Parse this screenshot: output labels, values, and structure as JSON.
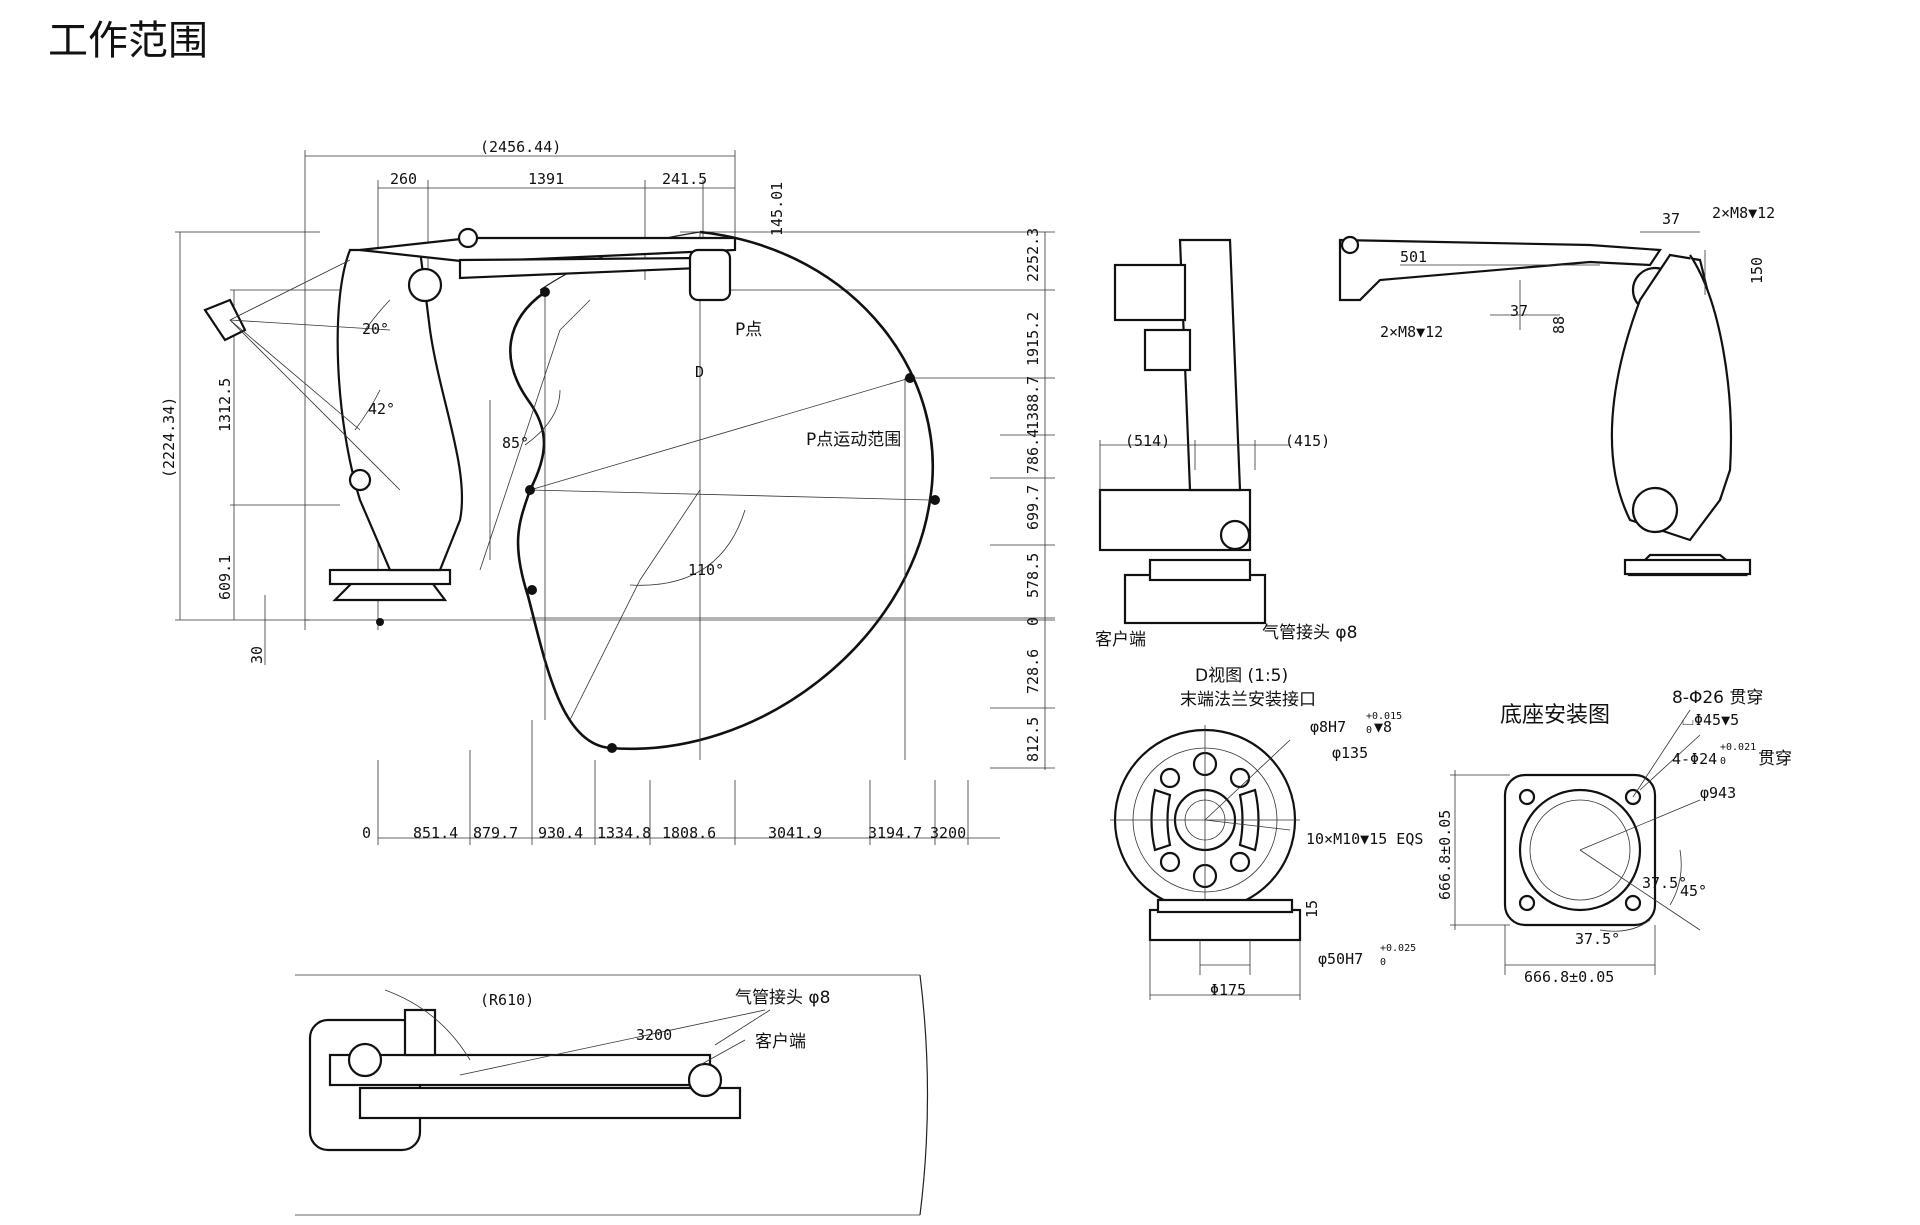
{
  "title": "工作范围",
  "side_view": {
    "top_dims": [
      "(2456.44)",
      "260",
      "1391",
      "241.5",
      "145.01"
    ],
    "right_dims": [
      "2252.3",
      "1915.2",
      "1388.7",
      "786.4",
      "699.7",
      "578.5",
      "0",
      "728.6",
      "812.5"
    ],
    "left_dims": [
      "(2224.34)",
      "1312.5",
      "609.1",
      "30"
    ],
    "bottom_dims": [
      "0",
      "851.4",
      "879.7",
      "930.4",
      "1334.8",
      "1808.6",
      "3041.9",
      "3194.7",
      "3200"
    ],
    "angles": [
      "20°",
      "42°",
      "85°",
      "110°"
    ],
    "labels": {
      "p_point": "P点",
      "d": "D",
      "p_range": "P点运动范围"
    }
  },
  "front_view": {
    "dims": [
      "(514)",
      "(415)"
    ],
    "labels": {
      "customer": "客户端",
      "air": "气管接头 φ8"
    }
  },
  "back_view": {
    "dims": [
      "37",
      "2×M8▼12",
      "501",
      "150",
      "2×M8▼12",
      "37",
      "88"
    ]
  },
  "flange_view": {
    "heading1": "D视图 (1:5)",
    "heading2": "末端法兰安装接口",
    "labels": [
      "φ8H7",
      "▼8",
      "φ135",
      "10×M10▼15 EQS",
      "15",
      "φ50H7",
      "Φ175"
    ],
    "tol1": "+0.015",
    "tol2": "+0.025",
    "tol_zero": "0"
  },
  "base_view": {
    "heading": "底座安装图",
    "labels": [
      "8-Φ26 贯穿",
      "⌴Φ45▼5",
      "4-Φ24",
      "贯穿",
      "φ943",
      "37.5°",
      "45°",
      "37.5°",
      "666.8±0.05",
      "666.8±0.05"
    ],
    "tol": "+0.021",
    "tol_zero": "0"
  },
  "top_view": {
    "labels": [
      "(R610)",
      "3200",
      "气管接头 φ8",
      "客户端"
    ]
  }
}
